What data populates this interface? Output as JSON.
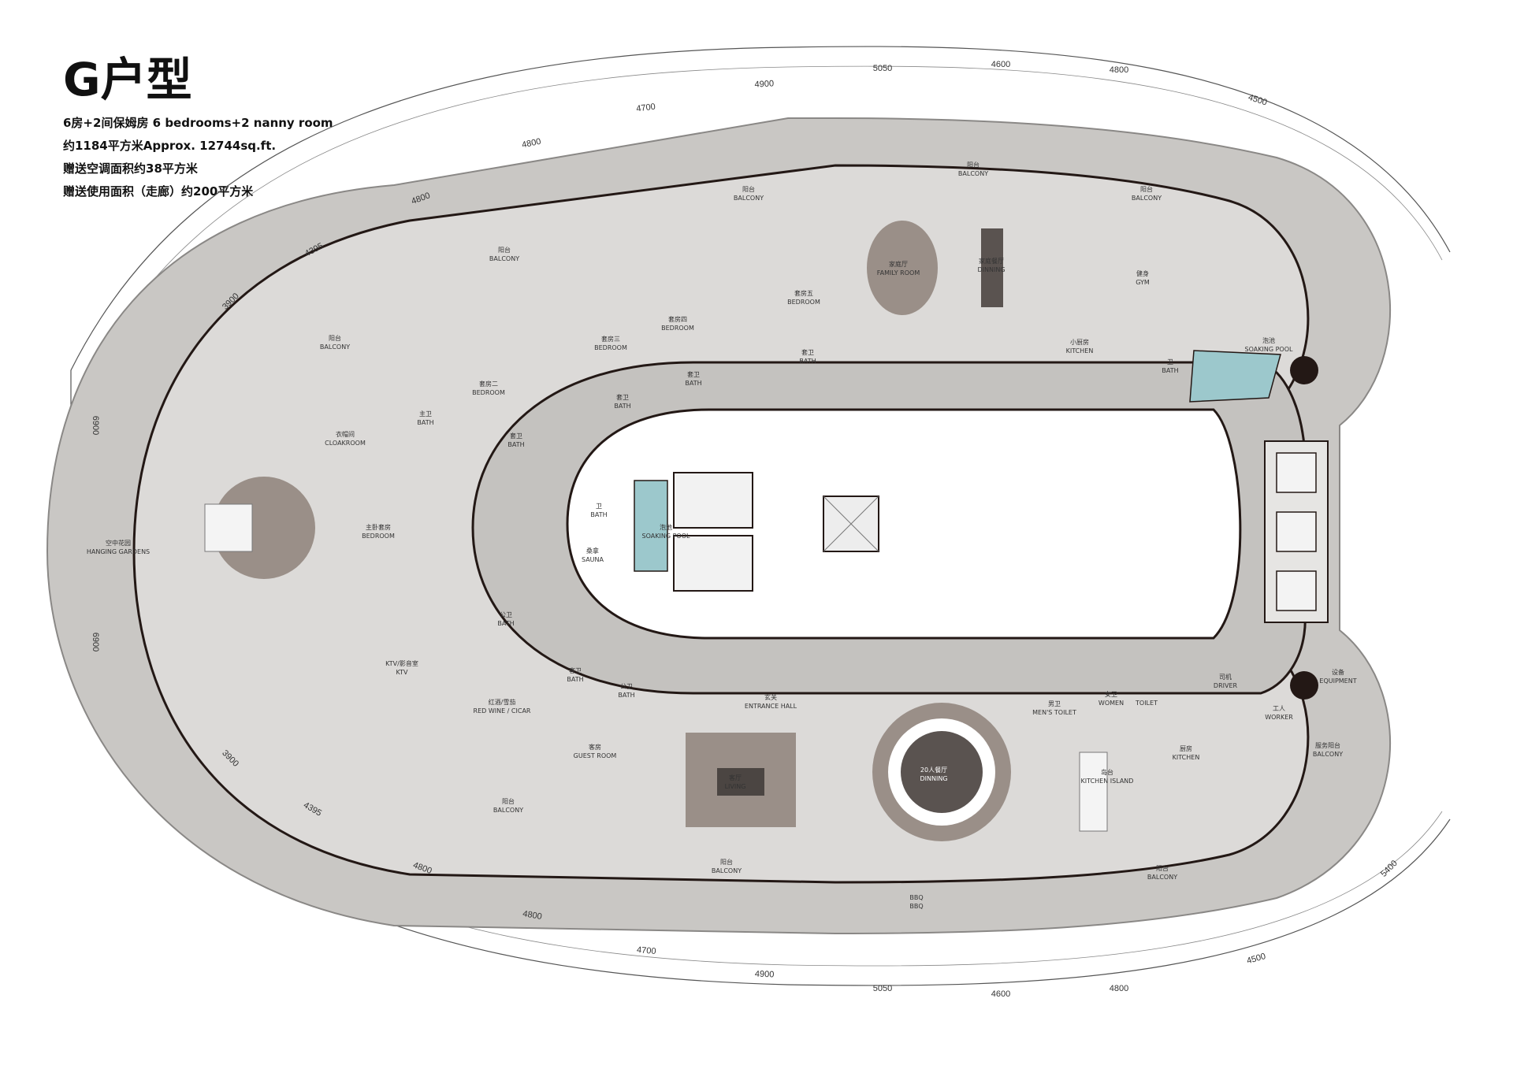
{
  "header": {
    "title": "G户型",
    "spec_lines": [
      "6房+2间保姆房 6 bedrooms+2 nanny room",
      "约1184平方米Approx. 12744sq.ft.",
      "赠送空调面积约38平方米",
      "赠送使用面积（走廊）约200平方米"
    ]
  },
  "colors": {
    "floor": "#c9c7c4",
    "room": "#dcdad8",
    "wall": "#231815",
    "core": "#ffffff",
    "pool": "#9cc8cc"
  },
  "dimensions": {
    "top": [
      "4800",
      "4800",
      "4700",
      "4900",
      "5050",
      "4600",
      "4800",
      "4500"
    ],
    "bottom": [
      "4800",
      "4800",
      "4700",
      "4900",
      "5050",
      "4600",
      "4800",
      "4500",
      "5400"
    ],
    "left": [
      "4395",
      "3900",
      "6900",
      "6900",
      "3900",
      "4395"
    ]
  },
  "rooms": [
    {
      "id": "balcony-top-1",
      "zh": "阳台",
      "en": "BALCONY"
    },
    {
      "id": "balcony-top-2",
      "zh": "阳台",
      "en": "BALCONY"
    },
    {
      "id": "balcony-top-3",
      "zh": "阳台",
      "en": "BALCONY"
    },
    {
      "id": "balcony-top-4",
      "zh": "阳台",
      "en": "BALCONY"
    },
    {
      "id": "balcony-left",
      "zh": "阳台",
      "en": "BALCONY"
    },
    {
      "id": "bedroom-2",
      "zh": "套房二",
      "en": "BEDROOM"
    },
    {
      "id": "bedroom-3",
      "zh": "套房三",
      "en": "BEDROOM"
    },
    {
      "id": "bedroom-4",
      "zh": "套房四",
      "en": "BEDROOM"
    },
    {
      "id": "bedroom-5",
      "zh": "套房五",
      "en": "BEDROOM"
    },
    {
      "id": "family-room",
      "zh": "家庭厅",
      "en": "FAMILY ROOM"
    },
    {
      "id": "dinning-top",
      "zh": "家庭餐厅",
      "en": "DINNING"
    },
    {
      "id": "gym",
      "zh": "健身",
      "en": "GYM"
    },
    {
      "id": "soaking-pool-top",
      "zh": "泡池",
      "en": "SOAKING POOL"
    },
    {
      "id": "kitchen-small",
      "zh": "小厨房",
      "en": "KITCHEN"
    },
    {
      "id": "bath-top-1",
      "zh": "卫",
      "en": "BATH"
    },
    {
      "id": "bath-top-2",
      "zh": "套卫",
      "en": "BATH"
    },
    {
      "id": "bath-top-3",
      "zh": "套卫",
      "en": "BATH"
    },
    {
      "id": "bath-top-4",
      "zh": "套卫",
      "en": "BATH"
    },
    {
      "id": "bath-top-5",
      "zh": "套卫",
      "en": "BATH"
    },
    {
      "id": "bath-main",
      "zh": "主卫",
      "en": "BATH"
    },
    {
      "id": "cloakroom",
      "zh": "衣帽间",
      "en": "CLOAKROOM"
    },
    {
      "id": "master-bedroom",
      "zh": "主卧套房",
      "en": "BEDROOM"
    },
    {
      "id": "hanging-gardens",
      "zh": "空中花园",
      "en": "HANGING GARDENS"
    },
    {
      "id": "ktv",
      "zh": "KTV/影音室",
      "en": "KTV"
    },
    {
      "id": "public-bath",
      "zh": "公卫",
      "en": "BATH"
    },
    {
      "id": "red-wine",
      "zh": "红酒/雪茄",
      "en": "RED WINE / CICAR"
    },
    {
      "id": "bath-guest",
      "zh": "客卫",
      "en": "BATH"
    },
    {
      "id": "bath-public-2",
      "zh": "公卫",
      "en": "BATH"
    },
    {
      "id": "guest-room",
      "zh": "客房",
      "en": "GUEST ROOM"
    },
    {
      "id": "balcony-bottom-1",
      "zh": "阳台",
      "en": "BALCONY"
    },
    {
      "id": "balcony-bottom-2",
      "zh": "阳台",
      "en": "BALCONY"
    },
    {
      "id": "balcony-bottom-3",
      "zh": "阳台",
      "en": "BALCONY"
    },
    {
      "id": "entrance-hall",
      "zh": "玄关",
      "en": "ENTRANCE HALL"
    },
    {
      "id": "living",
      "zh": "客厅",
      "en": "LIVING"
    },
    {
      "id": "dinning-main",
      "zh": "20人餐厅",
      "en": "DINNING"
    },
    {
      "id": "bbq",
      "zh": "BBQ",
      "en": "BBQ"
    },
    {
      "id": "men-toilet",
      "zh": "男卫",
      "en": "MEN'S TOILET"
    },
    {
      "id": "women-toilet",
      "zh": "女卫",
      "en": "WOMEN"
    },
    {
      "id": "toilet",
      "zh": "",
      "en": "TOILET"
    },
    {
      "id": "kitchen-island",
      "zh": "岛台",
      "en": "KITCHEN ISLAND"
    },
    {
      "id": "kitchen",
      "zh": "厨房",
      "en": "KITCHEN"
    },
    {
      "id": "driver",
      "zh": "司机",
      "en": "DRIVER"
    },
    {
      "id": "worker",
      "zh": "工人",
      "en": "WORKER"
    },
    {
      "id": "equipment",
      "zh": "设备",
      "en": "EQUIPMENT"
    },
    {
      "id": "service-balcony",
      "zh": "服务阳台",
      "en": "BALCONY"
    },
    {
      "id": "sauna",
      "zh": "桑拿",
      "en": "SAUNA"
    },
    {
      "id": "bath-sauna",
      "zh": "卫",
      "en": "BATH"
    },
    {
      "id": "soaking-pool-core",
      "zh": "泡池",
      "en": "SOAKING POOL"
    }
  ]
}
